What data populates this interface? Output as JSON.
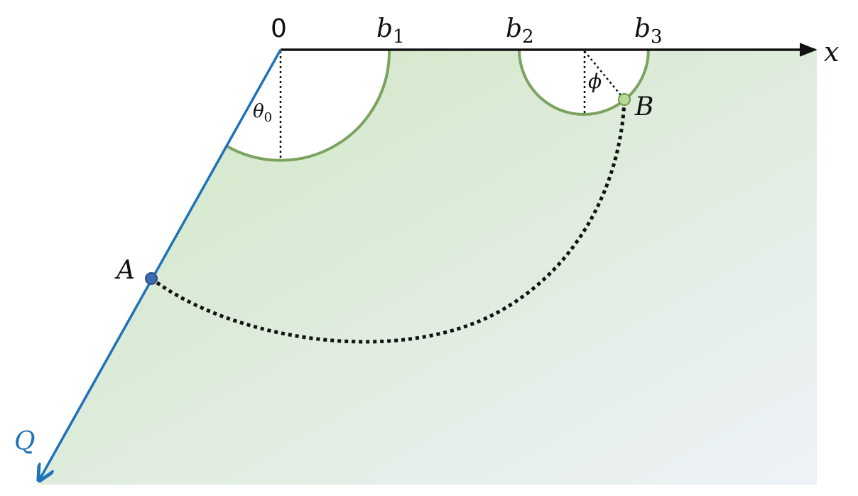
{
  "colors": {
    "fill_top": "#cfe6c2",
    "fill_bottom": "#eef2f7",
    "arc": "#7aa35f",
    "q_line": "#1f72b8",
    "point_a": "#3d6bb0",
    "point_b": "#b7db95",
    "axis": "#111111"
  },
  "labels": {
    "origin": "0",
    "b1_base": "b",
    "b1_sub": "1",
    "b2_base": "b",
    "b2_sub": "2",
    "b3_base": "b",
    "b3_sub": "3",
    "x_axis": "x",
    "q_axis": "Q",
    "theta_base": "θ",
    "theta_sub": "0",
    "phi": "ϕ",
    "point_a": "A",
    "point_b": "B"
  }
}
